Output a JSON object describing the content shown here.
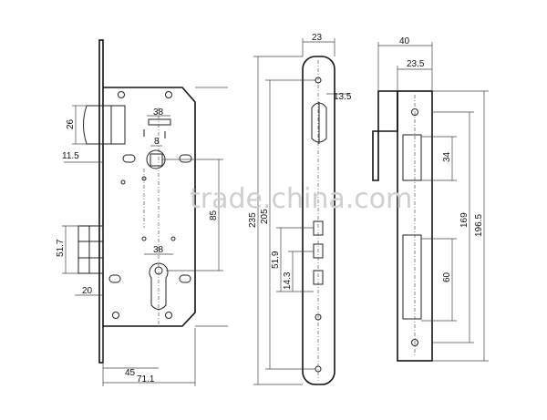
{
  "watermark": "trade.china.com",
  "lockbody": {
    "d_38_top": "38",
    "d_8": "8",
    "d_26": "26",
    "d_11_5": "11.5",
    "d_85": "85",
    "d_51_7": "51.7",
    "d_38_bottom": "38",
    "d_20": "20",
    "d_45": "45",
    "d_71_1": "71.1"
  },
  "faceplate": {
    "d_23": "23",
    "d_13_5": "13.5",
    "d_235": "235",
    "d_205": "205",
    "d_51_9": "51.9",
    "d_14_3": "14.3"
  },
  "strikeplate": {
    "d_40": "40",
    "d_23_5": "23.5",
    "d_34": "34",
    "d_169": "169",
    "d_196_5": "196.5",
    "d_60": "60"
  }
}
